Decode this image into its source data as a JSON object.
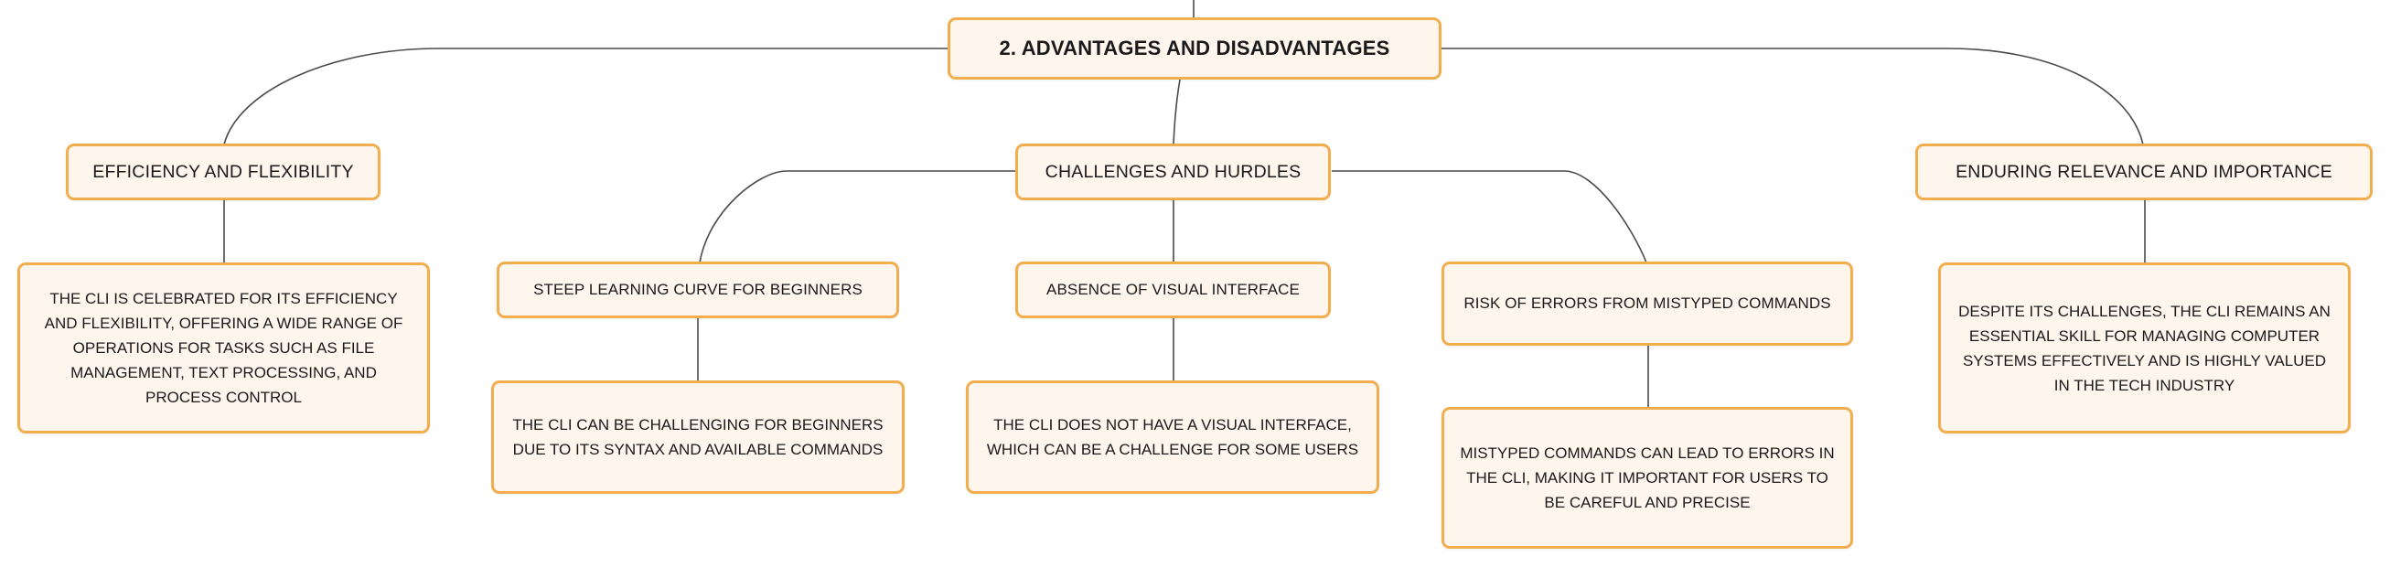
{
  "colors": {
    "node_fill": "#fef5ec",
    "node_border": "#f2ad4e",
    "connector": "#4a4a4a",
    "text": "#1a1a1a"
  },
  "root": {
    "label": "2. Advantages and Disadvantages"
  },
  "topics": [
    {
      "label": "Efficiency and Flexibility",
      "details": [
        "The CLI is celebrated for its efficiency and flexibility, offering a wide range of operations for tasks such as file management, text processing, and process control"
      ]
    },
    {
      "label": "Challenges and Hurdles",
      "subtopics": [
        {
          "label": "Steep learning curve for beginners",
          "detail": "The CLI can be challenging for beginners due to its syntax and available commands"
        },
        {
          "label": "Absence of visual interface",
          "detail": "The CLI does not have a visual interface, which can be a challenge for some users"
        },
        {
          "label": "Risk of errors from mistyped commands",
          "detail": "Mistyped commands can lead to errors in the CLI, making it important for users to be careful and precise"
        }
      ]
    },
    {
      "label": "Enduring Relevance and Importance",
      "details": [
        "Despite its challenges, the CLI remains an essential skill for managing computer systems effectively and is highly valued in the tech industry"
      ]
    }
  ]
}
